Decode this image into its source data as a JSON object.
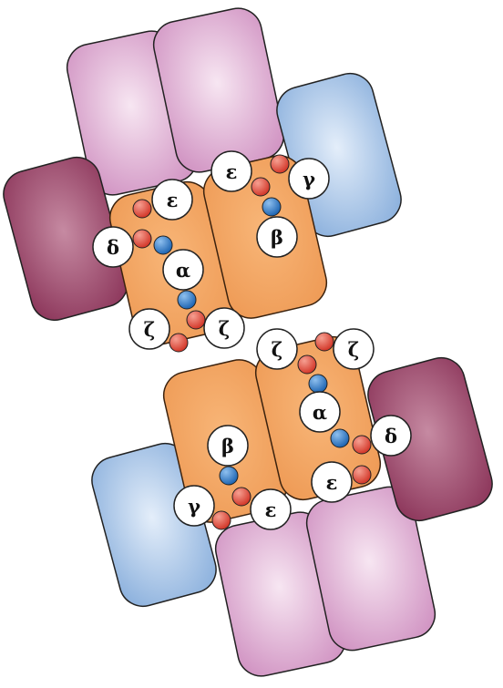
{
  "colors": {
    "orange_fill": "#f3a461",
    "orange_stroke": "#4a2a12",
    "pink_fill": "#dca6d0",
    "maroon_fill": "#9b4468",
    "blue_fill": "#a8c6e7",
    "red_dot": "#e24a3a",
    "blue_dot": "#2b78c6",
    "label_fill": "#ffffff",
    "outline": "#222222"
  },
  "labels": {
    "top_left": {
      "epsilon": "ε",
      "delta": "δ",
      "alpha": "α",
      "zeta_left": "ζ",
      "zeta_right": "ζ"
    },
    "top_right": {
      "epsilon": "ε",
      "gamma": "γ",
      "beta": "β"
    },
    "bottom_left": {
      "beta": "β",
      "gamma": "γ",
      "epsilon": "ε"
    },
    "bottom_right": {
      "zeta_left": "ζ",
      "zeta_right": "ζ",
      "alpha": "α",
      "delta": "δ",
      "epsilon": "ε"
    }
  }
}
